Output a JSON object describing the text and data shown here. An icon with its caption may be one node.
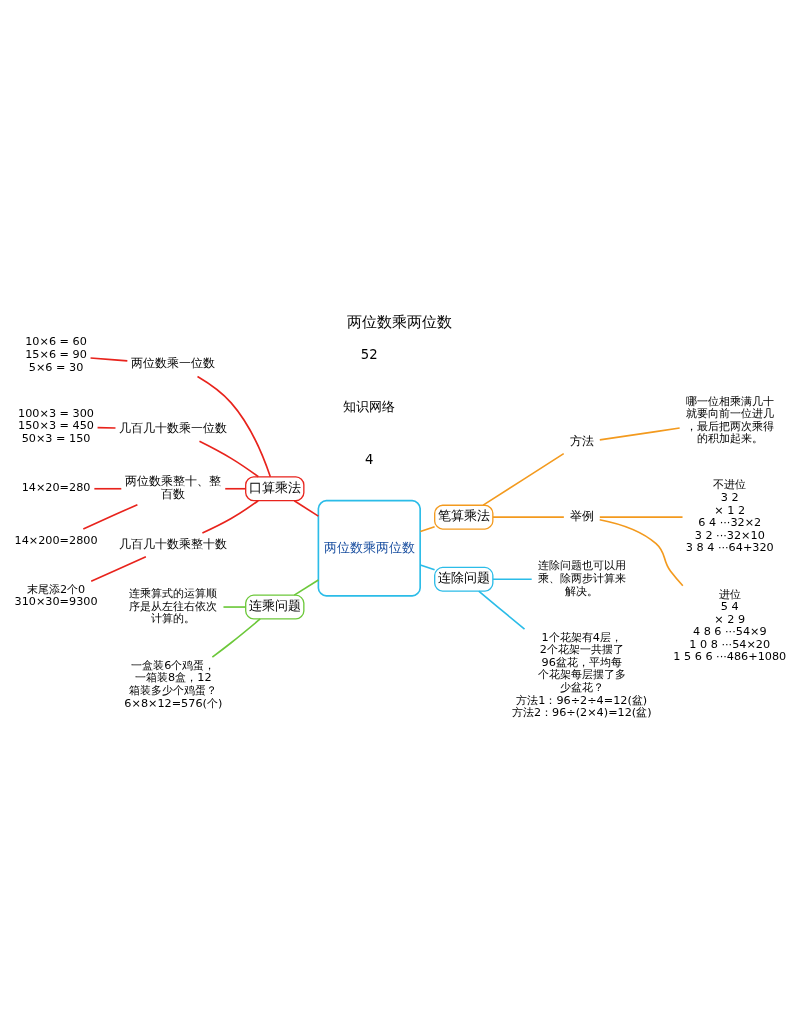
{
  "diagram": {
    "title": "两位数乘两位数",
    "nodes": [
      {
        "text": [
          "两位数乘两位数"
        ]
      },
      {
        "text": [
          "口算乘法"
        ]
      },
      {
        "text": [
          "两位数乘一位数"
        ]
      },
      {
        "text": [
          "10×6 = 60",
          "15×6 = 90",
          "5×6 = 30"
        ]
      },
      {
        "text": [
          "几百几十数乘一位数"
        ]
      },
      {
        "text": [
          "100×3 = 300",
          "150×3 = 450",
          "50×3 = 150"
        ]
      },
      {
        "text": [
          "两位数乘整十、整百数"
        ]
      },
      {
        "text": [
          "14×20=280"
        ]
      },
      {
        "text": [
          "14×200=2800"
        ]
      },
      {
        "text": [
          "几百几十数乘整十数"
        ]
      },
      {
        "text": [
          "末尾添2个0",
          "310×30=9300"
        ]
      },
      {
        "text": [
          "笔算乘法"
        ]
      },
      {
        "text": [
          "方法"
        ]
      },
      {
        "text": [
          "哪一位相乘满几十就要向前一位进几，最后把两次乘得的积加起来。"
        ]
      },
      {
        "text": [
          "举例"
        ]
      },
      {
        "text": [
          "不进位",
          "3 2",
          "× 1 2",
          "6 4 ···32×2",
          "3 2 ···32×10",
          "3 8 4 ···64+320"
        ]
      },
      {
        "text": [
          "进位",
          "5 4",
          "× 2 9",
          "4 8 6 ···54×9",
          "1 0 8 ···54×20",
          "1 5 6 6 ···486+1080"
        ]
      },
      {
        "text": [
          "连除问题"
        ]
      },
      {
        "text": [
          "连除问题也可以用乘、除两步计算来解决。"
        ]
      },
      {
        "text": [
          "1个花架有4层，2个花架一共摆了96盆花，平均每个花架每层摆了多少盆花？",
          "方法1：96÷2÷4=12(盆)",
          "方法2：96÷(2×4)=12(盆)"
        ]
      },
      {
        "text": [
          "连乘问题"
        ]
      },
      {
        "text": [
          "连乘算式的运算顺序是从左往右依次计算的。"
        ]
      },
      {
        "text": [
          "一盒装6个鸡蛋，一箱装8盒，12箱装多少个鸡蛋？",
          "6×8×12=576(个)"
        ]
      }
    ],
    "edges": [
      {
        "from": 0,
        "to": 1,
        "arrow": "none",
        "color": "#e8231c"
      },
      {
        "from": 1,
        "to": 2,
        "arrow": "none",
        "color": "#e8231c"
      },
      {
        "from": 2,
        "to": 3,
        "arrow": "none",
        "color": "#e8231c"
      },
      {
        "from": 1,
        "to": 4,
        "arrow": "none",
        "color": "#e8231c"
      },
      {
        "from": 4,
        "to": 5,
        "arrow": "none",
        "color": "#e8231c"
      },
      {
        "from": 1,
        "to": 6,
        "arrow": "none",
        "color": "#e8231c"
      },
      {
        "from": 6,
        "to": 7,
        "arrow": "none",
        "color": "#e8231c"
      },
      {
        "from": 6,
        "to": 8,
        "arrow": "none",
        "color": "#e8231c"
      },
      {
        "from": 1,
        "to": 9,
        "arrow": "none",
        "color": "#e8231c"
      },
      {
        "from": 9,
        "to": 10,
        "arrow": "none",
        "color": "#e8231c"
      },
      {
        "from": 0,
        "to": 11,
        "arrow": "none",
        "color": "#f39a1e"
      },
      {
        "from": 11,
        "to": 12,
        "arrow": "none",
        "color": "#f39a1e"
      },
      {
        "from": 12,
        "to": 13,
        "arrow": "none",
        "color": "#f39a1e"
      },
      {
        "from": 11,
        "to": 14,
        "arrow": "none",
        "color": "#f39a1e"
      },
      {
        "from": 14,
        "to": 15,
        "arrow": "none",
        "color": "#f39a1e"
      },
      {
        "from": 14,
        "to": 16,
        "arrow": "none",
        "color": "#f39a1e"
      },
      {
        "from": 0,
        "to": 17,
        "arrow": "none",
        "color": "#2bbce8"
      },
      {
        "from": 17,
        "to": 18,
        "arrow": "none",
        "color": "#2bbce8"
      },
      {
        "from": 17,
        "to": 19,
        "arrow": "none",
        "color": "#2bbce8"
      },
      {
        "from": 0,
        "to": 20,
        "arrow": "none",
        "color": "#6cc83a"
      },
      {
        "from": 20,
        "to": 21,
        "arrow": "none",
        "color": "#6cc83a"
      },
      {
        "from": 20,
        "to": 22,
        "arrow": "none",
        "color": "#6cc83a"
      }
    ],
    "labels": [
      "4",
      "知识网络",
      "52"
    ]
  }
}
